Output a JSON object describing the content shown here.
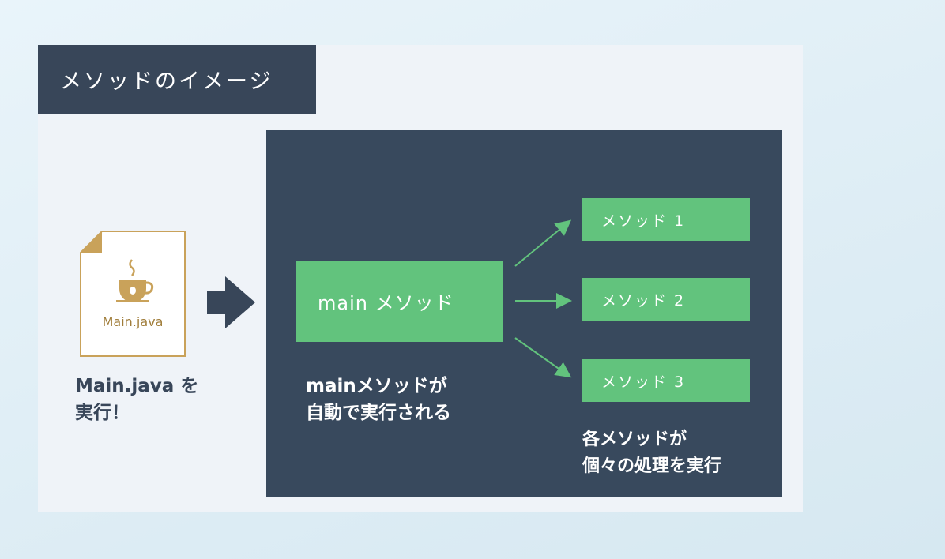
{
  "title": "メソッドのイメージ",
  "file": {
    "name": "Main.java",
    "icon": "coffee-cup-icon",
    "accent": "#a07d3a"
  },
  "caption_left": {
    "line1": "Main.java を",
    "line2": "実行！"
  },
  "main_method": {
    "label": "main メソッド",
    "caption_line1": "mainメソッドが",
    "caption_line2": "自動で実行される"
  },
  "methods": [
    {
      "label": "メソッド 1"
    },
    {
      "label": "メソッド 2"
    },
    {
      "label": "メソッド 3"
    }
  ],
  "caption_right": {
    "line1": "各メソッドが",
    "line2": "個々の処理を実行"
  },
  "colors": {
    "dark": "#384659",
    "panel": "#38495d",
    "green": "#62c37d",
    "card": "#eff3f8",
    "gold": "#c9a25a"
  }
}
